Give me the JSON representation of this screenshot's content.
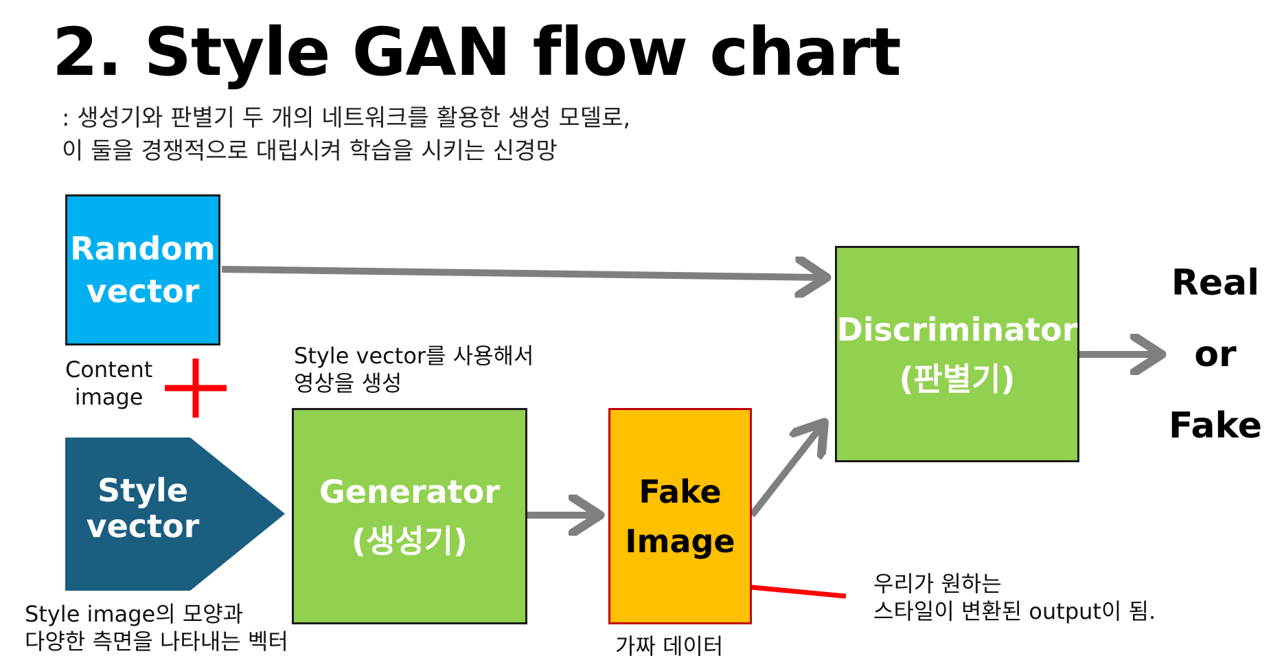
{
  "title": "2. Style GAN flow chart",
  "subtitle": {
    "line1": ": 생성기와 판별기 두 개의 네트워크를 활용한 생성 모델로,",
    "line2": "이 둘을 경쟁적으로 대립시켜 학습을 시키는 신경망"
  },
  "random_vector": {
    "line1": "Random",
    "line2": "vector"
  },
  "content_image": {
    "line1": "Content",
    "line2": "image"
  },
  "style_vector": {
    "line1": "Style",
    "line2": "vector"
  },
  "style_vector_caption": {
    "line1": "Style image의 모양과",
    "line2": "다양한 측면을 나타내는 벡터"
  },
  "generator": {
    "line1": "Generator",
    "line2": "(생성기)"
  },
  "generator_caption": {
    "line1": "Style vector를 사용해서",
    "line2": "영상을 생성"
  },
  "fake_image": {
    "line1": "Fake",
    "line2": "Image"
  },
  "fake_image_caption": "가짜 데이터",
  "discriminator": {
    "line1": "Discriminator",
    "line2": "(판별기)"
  },
  "result": {
    "line1": "Real",
    "line2": "or",
    "line3": "Fake"
  },
  "output_caption": {
    "line1": "우리가 원하는",
    "line2": "스타일이 변환된 output이 됨."
  },
  "colors": {
    "random_vector_fill": "#00b0f0",
    "style_vector_fill": "#1a5e80",
    "green_fill": "#92d050",
    "fake_fill": "#ffc000",
    "fake_border": "#c00000",
    "arrow": "#7f7f7f",
    "accent_red": "#ff0000"
  }
}
